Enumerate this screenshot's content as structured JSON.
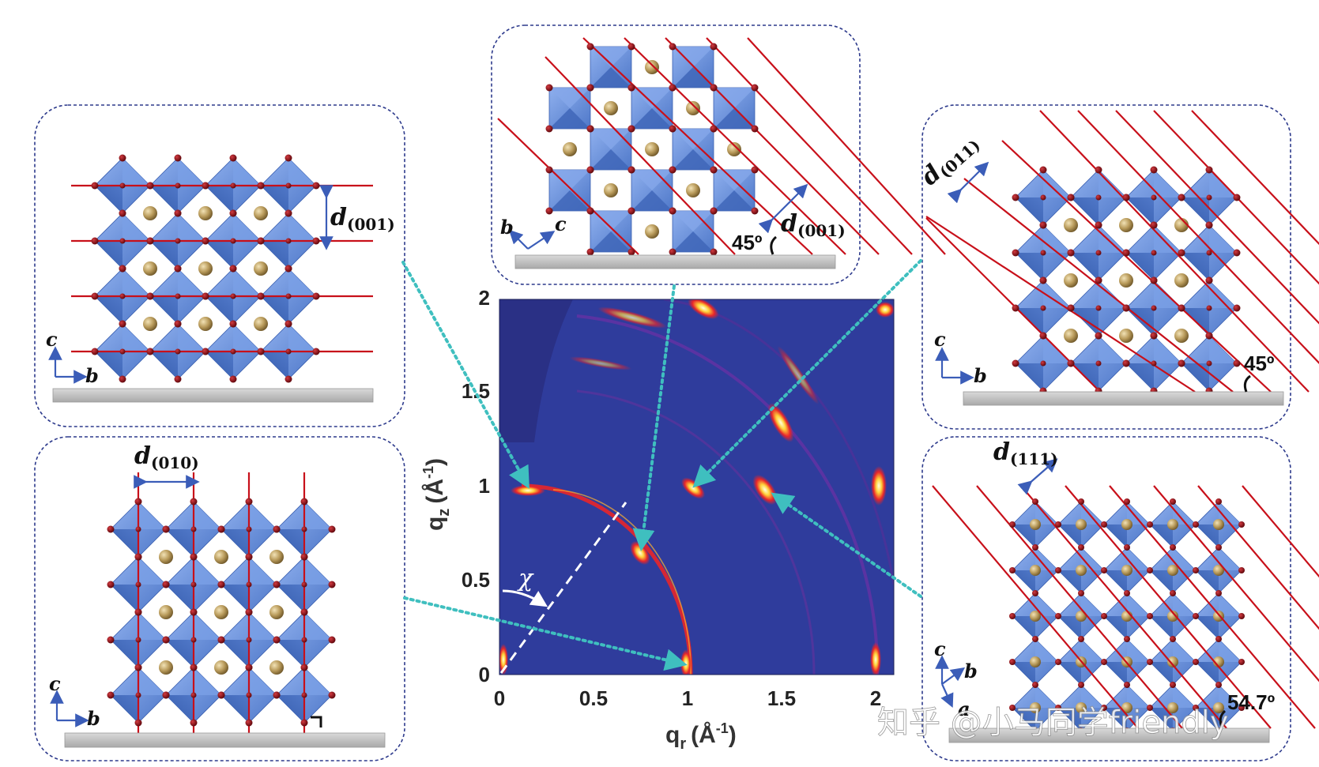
{
  "panels": {
    "top_left": {
      "d_letter": "d",
      "d_index": "(001)",
      "axis_up": "c",
      "axis_right": "b"
    },
    "bottom_left": {
      "d_letter": "d",
      "d_index": "(010)",
      "axis_up": "c",
      "axis_right": "b"
    },
    "top_center": {
      "d_letter": "d",
      "d_index": "(001)",
      "axis_a": "b",
      "axis_b": "c",
      "angle": "45º"
    },
    "top_right": {
      "d_letter": "d",
      "d_index": "(011)",
      "axis_up": "c",
      "axis_right": "b",
      "angle": "45º"
    },
    "bottom_right": {
      "d_letter": "d",
      "d_index": "(111)",
      "axis_up": "c",
      "axis_right": "b",
      "axis_front": "a",
      "angle": "54.7º"
    }
  },
  "plot": {
    "x_ticks": [
      "0",
      "0.5",
      "1",
      "1.5",
      "2"
    ],
    "y_ticks": [
      "0",
      "0.5",
      "1",
      "1.5",
      "2"
    ],
    "xlabel_main": "q",
    "xlabel_sub": "r",
    "xlabel_unit": "(Å",
    "xlabel_exp": "-1",
    "xlabel_close": ")",
    "ylabel_main": "q",
    "ylabel_sub": "z",
    "ylabel_unit": "(Å",
    "ylabel_exp": "-1",
    "ylabel_close": ")",
    "chi_symbol": "χ"
  },
  "watermark": "知乎 @小马同学friendly",
  "colors": {
    "octahedron": "#5b86d6",
    "octahedron_dark": "#3f6bc0",
    "lattice_line": "#c8101a",
    "atom_red": "#7a0c12",
    "a_site": "#b89a5a",
    "substrate": "#c4c4c4",
    "panel_border": "#2d3a8c",
    "connector": "#3fbfbf",
    "plot_bg": "#2c3592"
  }
}
